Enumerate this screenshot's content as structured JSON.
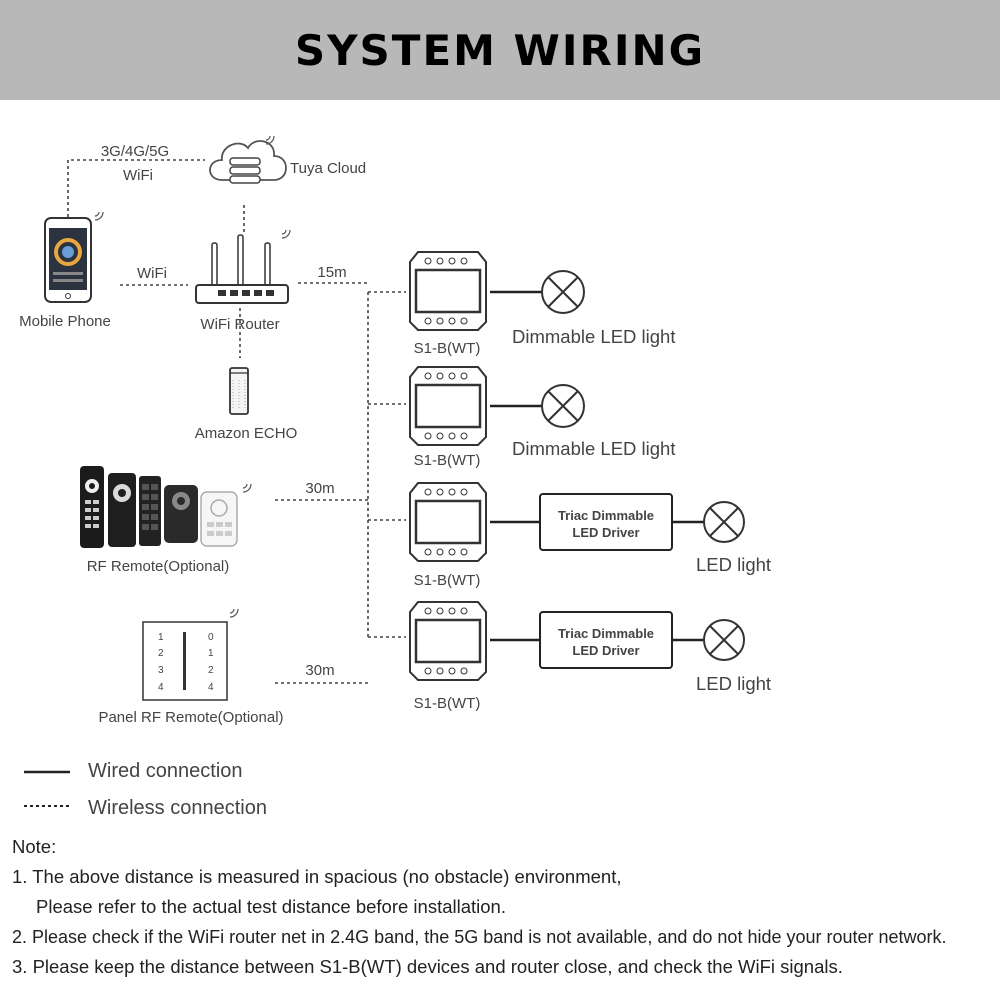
{
  "title": "SYSTEM WIRING",
  "labels": {
    "cellular": "3G/4G/5G",
    "wifi_top": "WiFi",
    "cloud": "Tuya Cloud",
    "wifi_link": "WiFi",
    "phone": "Mobile Phone",
    "router": "WiFi Router",
    "echo": "Amazon ECHO",
    "rf_remote": "RF Remote(Optional)",
    "panel_remote": "Panel RF Remote(Optional)",
    "dist_router": "15m",
    "dist_rf": "30m",
    "dist_panel": "30m"
  },
  "panel_keys": {
    "left": [
      "1",
      "2",
      "3",
      "4"
    ],
    "right": [
      "0",
      "1",
      "2",
      "4"
    ]
  },
  "devices": [
    {
      "label": "S1-B(WT)",
      "output": "Dimmable LED light",
      "driver": null
    },
    {
      "label": "S1-B(WT)",
      "output": "Dimmable LED light",
      "driver": null
    },
    {
      "label": "S1-B(WT)",
      "output": "LED light",
      "driver": {
        "line1": "Triac Dimmable",
        "line2": "LED Driver"
      }
    },
    {
      "label": "S1-B(WT)",
      "output": "LED light",
      "driver": {
        "line1": "Triac Dimmable",
        "line2": "LED Driver"
      }
    }
  ],
  "legend": {
    "wired": "Wired connection",
    "wireless": "Wireless connection"
  },
  "notes": {
    "heading": "Note:",
    "n1a": "1. The above distance is measured in spacious (no obstacle) environment,",
    "n1b": "Please refer to the actual test distance before installation.",
    "n2": "2. Please check if the WiFi router net in 2.4G band, the 5G band is not available, and do not hide your router network.",
    "n3": "3. Please keep the distance between S1-B(WT) devices and router close, and check the WiFi signals."
  }
}
